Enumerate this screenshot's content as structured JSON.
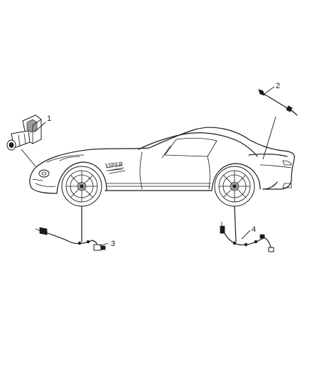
{
  "callouts": {
    "c1": "1",
    "c2": "2",
    "c3": "3",
    "c4": "4"
  },
  "car": {
    "emblem_text": "VIPER"
  },
  "colors": {
    "line": "#1a1a1a",
    "background": "#ffffff",
    "shade": "#9a9a9a"
  }
}
